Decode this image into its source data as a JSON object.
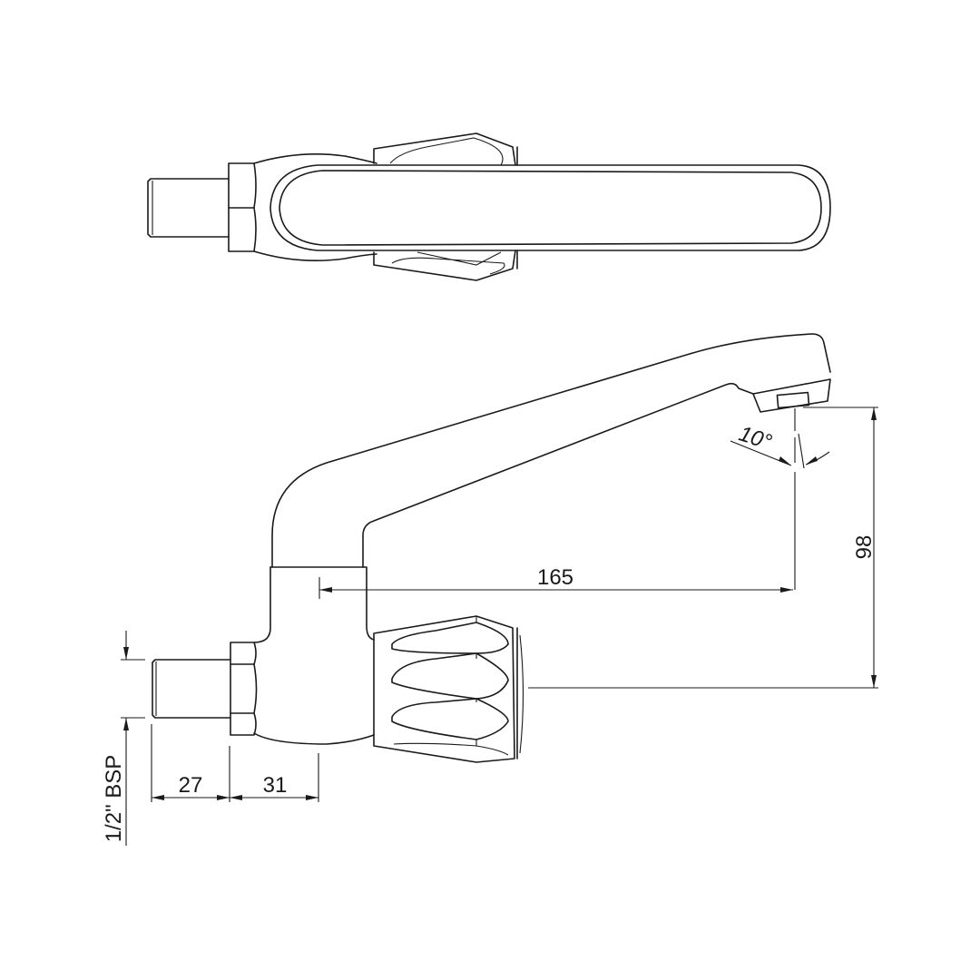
{
  "drawing": {
    "title": "Tap technical drawing",
    "views": [
      "top-view",
      "side-view"
    ],
    "line_color": "#1a1a1a",
    "background": "#ffffff"
  },
  "dimensions": {
    "spout_reach": "165",
    "spout_height": "98",
    "spout_angle": "10°",
    "thread_length": "27",
    "body_offset": "31",
    "thread_size": "1/2\" BSP"
  }
}
